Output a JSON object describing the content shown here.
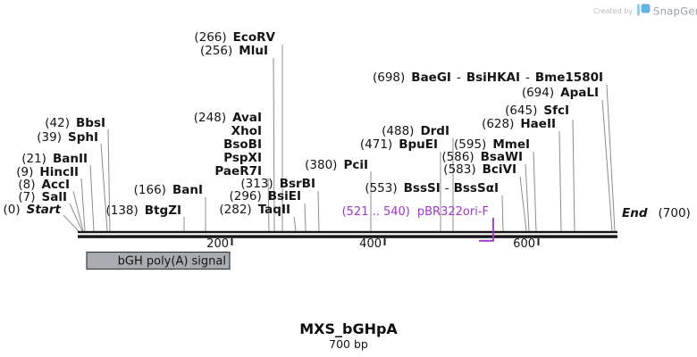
{
  "watermark": {
    "created_by": "Created by",
    "brand": "SnapGene"
  },
  "map": {
    "title": "MXS_bGHpA",
    "length_label": "700 bp",
    "separator": "-",
    "terminals": {
      "start_pos": "(0)",
      "start_label": "Start",
      "end_label": "End",
      "end_pos": "(700)"
    },
    "ruler": {
      "ticks": [
        "200",
        "400",
        "600"
      ]
    },
    "feature": {
      "label": "bGH poly(A) signal",
      "fill_color": "#a9acb0"
    },
    "primer": {
      "pos": "(521 .. 540)",
      "name": "pBR322ori-F",
      "color": "#a234cc"
    },
    "sites": [
      {
        "pos": "(7)",
        "name": "SalI"
      },
      {
        "pos": "(8)",
        "name": "AccI"
      },
      {
        "pos": "(9)",
        "name": "HincII"
      },
      {
        "pos": "(21)",
        "name": "BanII"
      },
      {
        "pos": "(39)",
        "name": "SphI"
      },
      {
        "pos": "(42)",
        "name": "BbsI"
      },
      {
        "pos": "(138)",
        "name": "BtgZI"
      },
      {
        "pos": "(166)",
        "name": "BanI"
      },
      {
        "pos": "(248)",
        "names": [
          "AvaI",
          "XhoI",
          "BsoBI",
          "PspXI",
          "PaeR7I"
        ]
      },
      {
        "pos": "(256)",
        "name": "MluI"
      },
      {
        "pos": "(266)",
        "name": "EcoRV"
      },
      {
        "pos": "(282)",
        "name": "TaqII"
      },
      {
        "pos": "(296)",
        "name": "BsiEI"
      },
      {
        "pos": "(313)",
        "name": "BsrBI"
      },
      {
        "pos": "(380)",
        "name": "PciI"
      },
      {
        "pos": "(471)",
        "name": "BpuEI"
      },
      {
        "pos": "(488)",
        "name": "DrdI"
      },
      {
        "pos": "(553)",
        "names": [
          "BssSI",
          "BssSαI"
        ]
      },
      {
        "pos": "(583)",
        "name": "BciVI"
      },
      {
        "pos": "(586)",
        "name": "BsaWI"
      },
      {
        "pos": "(595)",
        "name": "MmeI"
      },
      {
        "pos": "(628)",
        "name": "HaeII"
      },
      {
        "pos": "(645)",
        "name": "SfcI"
      },
      {
        "pos": "(694)",
        "name": "ApaLI"
      },
      {
        "pos": "(698)",
        "names": [
          "BaeGI",
          "BsiHKAI",
          "Bme1580I"
        ]
      }
    ]
  }
}
